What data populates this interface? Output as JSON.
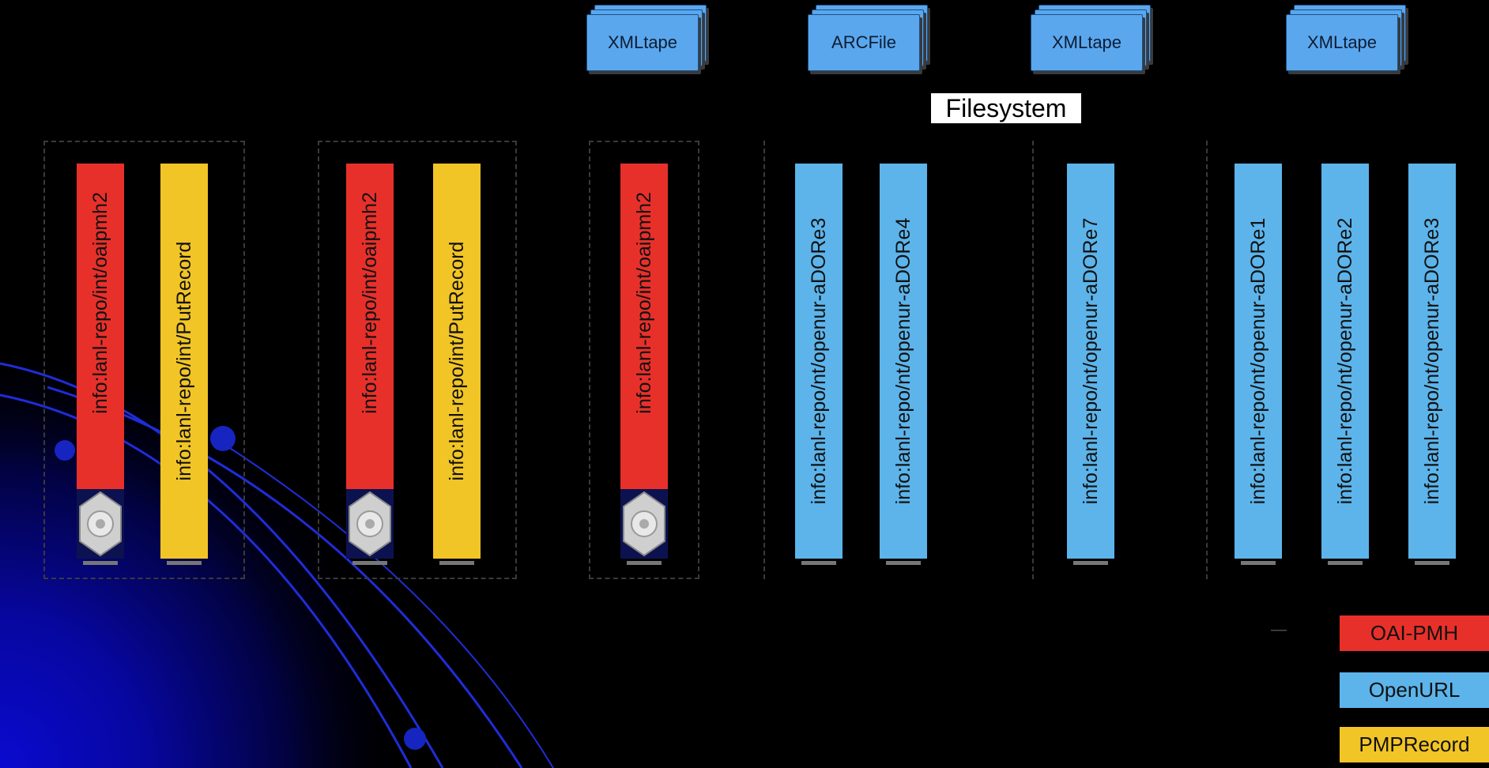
{
  "tapes": [
    "XMLtape",
    "ARCFile",
    "XMLtape",
    "XMLtape"
  ],
  "filesystem_label": "Filesystem",
  "columns": [
    {
      "label": "info:lanl-repo/int/oaipmh2",
      "type": "OAI-PMH",
      "color": "#e8302a",
      "disk": true
    },
    {
      "label": "info:lanl-repo/int/PutRecord",
      "type": "PMPRecord",
      "color": "#f2c526",
      "disk": false
    },
    {
      "label": "info:lanl-repo/int/oaipmh2",
      "type": "OAI-PMH",
      "color": "#e8302a",
      "disk": true
    },
    {
      "label": "info:lanl-repo/int/PutRecord",
      "type": "PMPRecord",
      "color": "#f2c526",
      "disk": false
    },
    {
      "label": "info:lanl-repo/int/oaipmh2",
      "type": "OAI-PMH",
      "color": "#e8302a",
      "disk": true
    },
    {
      "label": "info:lanl-repo/nt/openur-aDORe3",
      "type": "OpenURL",
      "color": "#5cb4ea",
      "disk": false
    },
    {
      "label": "info:lanl-repo/nt/openur-aDORe4",
      "type": "OpenURL",
      "color": "#5cb4ea",
      "disk": false
    },
    {
      "label": "info:lanl-repo/nt/openur-aDORe7",
      "type": "OpenURL",
      "color": "#5cb4ea",
      "disk": false
    },
    {
      "label": "info:lanl-repo/nt/openur-aDORe1",
      "type": "OpenURL",
      "color": "#5cb4ea",
      "disk": false
    },
    {
      "label": "info:lanl-repo/nt/openur-aDORe2",
      "type": "OpenURL",
      "color": "#5cb4ea",
      "disk": false
    },
    {
      "label": "info:lanl-repo/nt/openur-aDORe3",
      "type": "OpenURL",
      "color": "#5cb4ea",
      "disk": false
    }
  ],
  "legend": {
    "items": [
      {
        "label": "OAI-PMH",
        "color": "#e8302a"
      },
      {
        "label": "OpenURL",
        "color": "#5cb4ea"
      },
      {
        "label": "PMPRecord",
        "color": "#f2c526"
      }
    ]
  },
  "colors": {
    "background": "#000000",
    "accent_blue": "#1a1ab8"
  }
}
